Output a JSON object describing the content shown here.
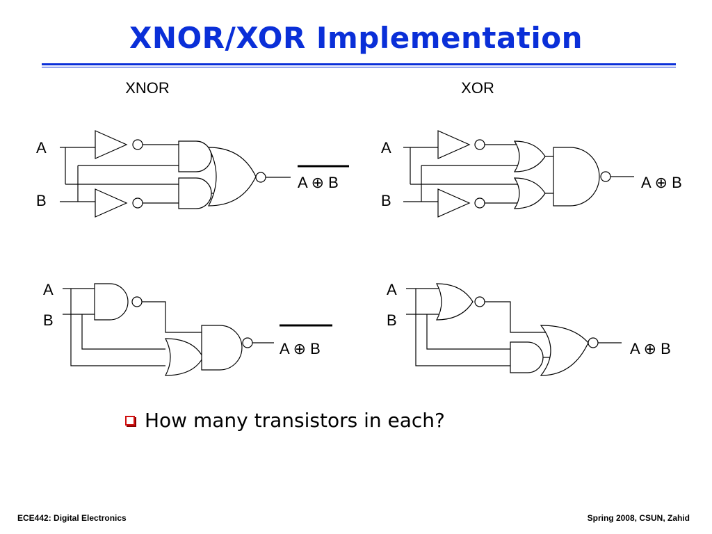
{
  "slide": {
    "title": "XNOR/XOR Implementation",
    "bullet": "How many transistors in each?"
  },
  "diagram": {
    "header_xnor": "XNOR",
    "header_xor": "XOR",
    "input_a": "A",
    "input_b": "B",
    "output_expression": "A ⊕ B"
  },
  "footer": {
    "left": "ECE442: Digital Electronics",
    "right": "Spring 2008, CSUN, Zahid"
  },
  "colors": {
    "title": "#0a2fd8",
    "bullet": "#d01010"
  }
}
